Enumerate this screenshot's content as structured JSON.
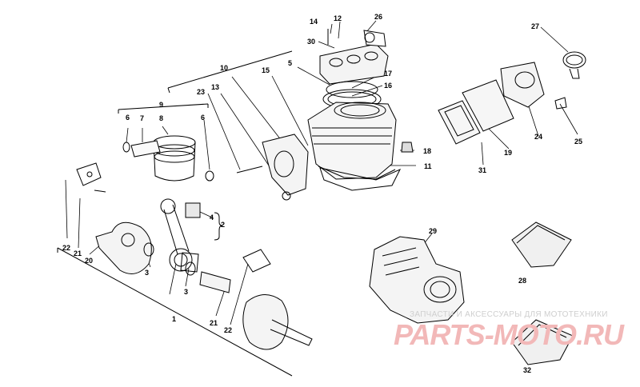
{
  "callouts": {
    "c1": "1",
    "c2": "2",
    "c3a": "3",
    "c3b": "3",
    "c4": "4",
    "c5": "5",
    "c6a": "6",
    "c6b": "6",
    "c7": "7",
    "c8": "8",
    "c9": "9",
    "c10": "10",
    "c11": "11",
    "c12": "12",
    "c13": "13",
    "c14": "14",
    "c15": "15",
    "c16": "16",
    "c17": "17",
    "c18": "18",
    "c19": "19",
    "c20": "20",
    "c21a": "21",
    "c21b": "21",
    "c22a": "22",
    "c22b": "22",
    "c23": "23",
    "c24": "24",
    "c25": "25",
    "c26": "26",
    "c27": "27",
    "c28": "28",
    "c29": "29",
    "c30": "30",
    "c31": "31",
    "c32": "32"
  },
  "watermark": {
    "caption": "ЗАПЧАСТИ И АКСЕССУАРЫ ДЛЯ МОТОТЕХНИКИ",
    "logo": "PARTS-MOTO.RU",
    "color": "#e05050"
  }
}
